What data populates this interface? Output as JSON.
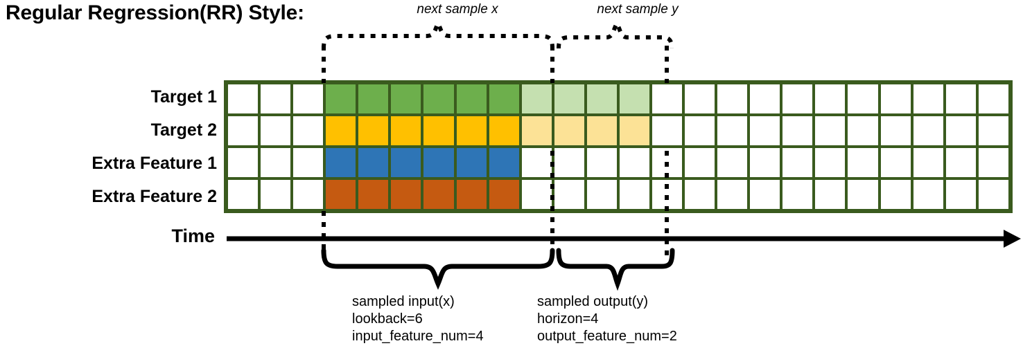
{
  "title": "Regular Regression(RR) Style:",
  "rows": [
    {
      "label": "Target 1",
      "fill_dark": "c-green",
      "fill_light": "c-greenlight",
      "has_light": true
    },
    {
      "label": "Target 2",
      "fill_dark": "c-yellow",
      "fill_light": "c-yellowlight",
      "has_light": true
    },
    {
      "label": "Extra Feature 1",
      "fill_dark": "c-blue",
      "fill_light": "",
      "has_light": false
    },
    {
      "label": "Extra Feature 2",
      "fill_dark": "c-orange",
      "fill_light": "",
      "has_light": false
    }
  ],
  "grid": {
    "total_cells": 24,
    "lead_white_cells": 3,
    "input_cells": 6,
    "output_cells": 4,
    "trail_white_cells": 11
  },
  "axis": {
    "time_label": "Time",
    "arrow_icon": "right-arrow-icon"
  },
  "top_braces": [
    {
      "label": "next sample x"
    },
    {
      "label": "next sample y"
    }
  ],
  "bottom_braces": [
    {
      "line1": "sampled input(x)",
      "line2": "lookback=6",
      "line3": "input_feature_num=4"
    },
    {
      "line1": "sampled output(y)",
      "line2": "horizon=4",
      "line3": "output_feature_num=2"
    }
  ],
  "colors": {
    "grid_border": "#3a5b1e",
    "target1_dark": "#6daf4c",
    "target1_light": "#c5e0b0",
    "target2_dark": "#ffc000",
    "target2_light": "#fce296",
    "feature1": "#2e75b6",
    "feature2": "#c55a11",
    "line": "#000000"
  }
}
